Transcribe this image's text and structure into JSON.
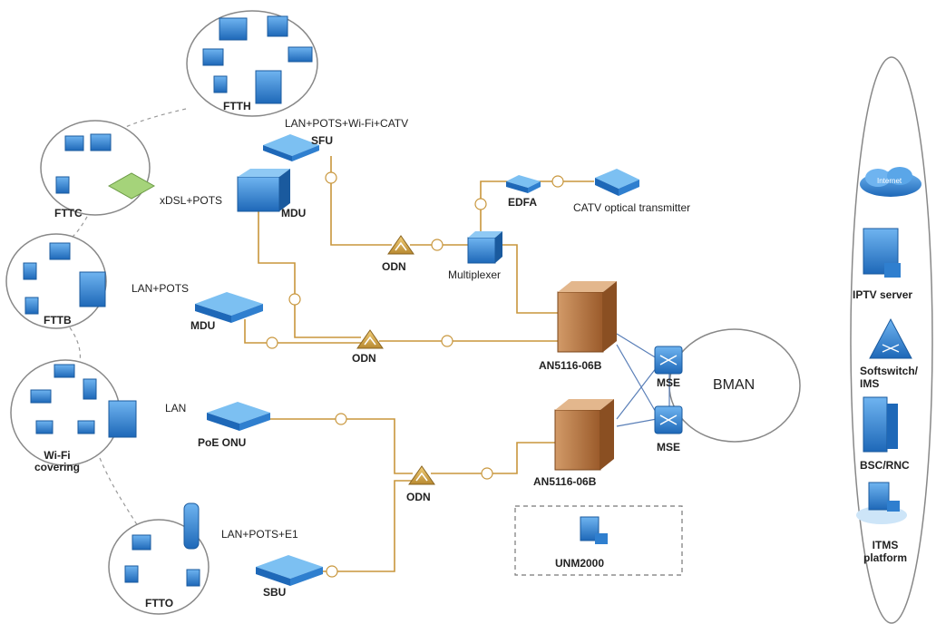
{
  "scenarios": {
    "ftth": "FTTH",
    "fttc": "FTTC",
    "fttb": "FTTB",
    "wifi": "Wi-Fi\ncovering",
    "ftto": "FTTO"
  },
  "devices": {
    "sfu": "SFU",
    "mdu_c": "MDU",
    "mdu_b": "MDU",
    "poe_onu": "PoE ONU",
    "sbu": "SBU",
    "edfa": "EDFA",
    "catv_tx": "CATV optical transmitter",
    "multiplexer": "Multiplexer",
    "olt_1": "AN5116-06B",
    "olt_2": "AN5116-06B",
    "mse_1": "MSE",
    "mse_2": "MSE",
    "bman": "BMAN",
    "unm": "UNM2000"
  },
  "odn": {
    "odn_1": "ODN",
    "odn_2": "ODN",
    "odn_3": "ODN"
  },
  "services": {
    "ftth": "LAN+POTS+Wi-Fi+CATV",
    "fttc": "xDSL+POTS",
    "fttb": "LAN+POTS",
    "wifi": "LAN",
    "ftto": "LAN+POTS+E1"
  },
  "core": {
    "internet": "Internet",
    "iptv": "IPTV server",
    "softswitch": "Softswitch/\nIMS",
    "bsc": "BSC/RNC",
    "itms": "ITMS\nplatform"
  },
  "colors": {
    "fiber": "#c8963c",
    "device_blue": "#2a7fd0",
    "olt_brown": "#b5743f",
    "link_blue": "#5a7fb8"
  }
}
